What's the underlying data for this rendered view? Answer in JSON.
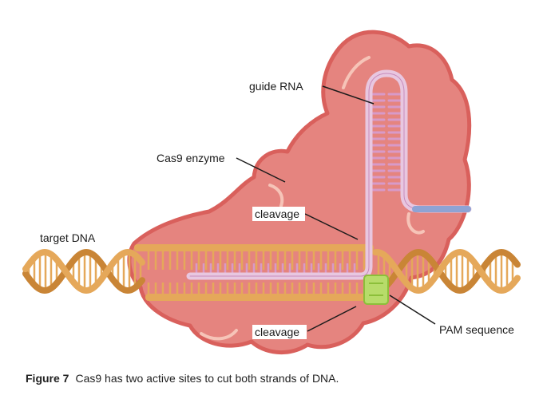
{
  "labels": {
    "guide_rna": "guide RNA",
    "cas9": "Cas9 enzyme",
    "target_dna": "target DNA",
    "cleavage_top": "cleavage",
    "cleavage_bottom": "cleavage",
    "pam": "PAM sequence"
  },
  "caption": {
    "figure": "Figure 7",
    "text": "Cas9 has two active sites to cut both strands of DNA."
  },
  "colors": {
    "enzyme_fill": "#e5847f",
    "enzyme_outline": "#d9605c",
    "dna": "#e5a85a",
    "dna_dark": "#c98536",
    "rna": "#d89ac8",
    "rna_fill": "#e8c7e0",
    "rna_tail": "#8ea3d4",
    "pam": "#b7dc6a"
  }
}
